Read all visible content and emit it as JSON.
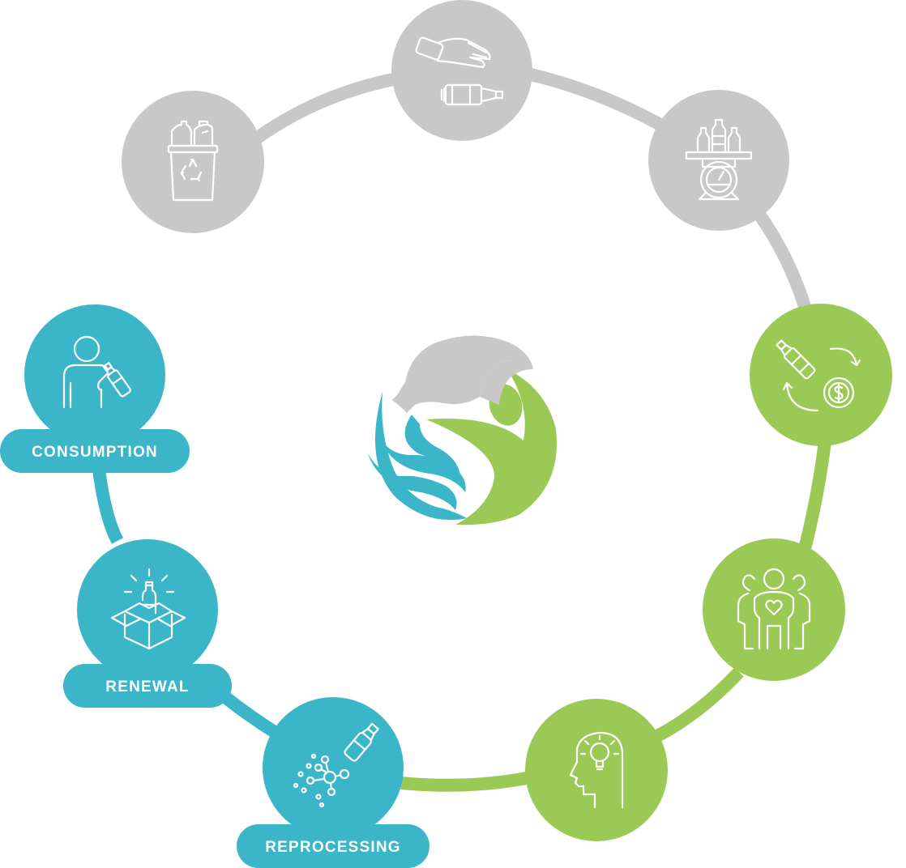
{
  "colors": {
    "grey": "#c8c8c8",
    "green": "#9ac955",
    "teal": "#3bb5c8",
    "white": "#ffffff"
  },
  "stages": [
    {
      "key": "collection-bin",
      "icon": "recycling-bin-icon",
      "color": "grey"
    },
    {
      "key": "hand-over",
      "icon": "hand-giving-bottle-icon",
      "color": "grey"
    },
    {
      "key": "weighing",
      "icon": "scale-with-bottles-icon",
      "color": "grey"
    },
    {
      "key": "refund",
      "icon": "bottle-to-money-icon",
      "color": "green"
    },
    {
      "key": "community",
      "icon": "people-heart-icon",
      "color": "green"
    },
    {
      "key": "awareness",
      "icon": "head-lightbulb-icon",
      "color": "green"
    },
    {
      "key": "reprocessing",
      "icon": "bottle-molecules-icon",
      "color": "teal",
      "label": "REPROCESSING"
    },
    {
      "key": "renewal",
      "icon": "box-with-bottle-icon",
      "color": "teal",
      "label": "RENEWAL"
    },
    {
      "key": "consumption",
      "icon": "person-drinking-icon",
      "color": "teal",
      "label": "CONSUMPTION"
    }
  ],
  "center_logo": {
    "icon": "bottle-person-circle-logo"
  }
}
